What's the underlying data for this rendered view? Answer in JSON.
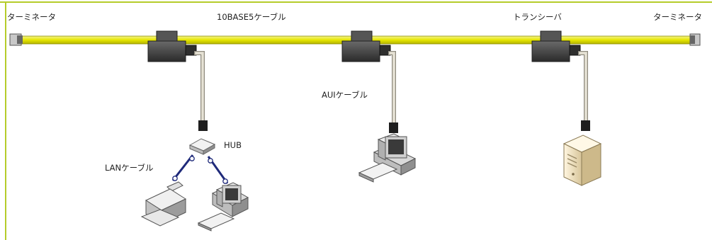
{
  "labels": {
    "terminator_left": "ターミネータ",
    "backbone_cable": "10BASE5ケーブル",
    "transceiver": "トランシーバ",
    "terminator_right": "ターミネータ",
    "aui_cable": "AUIケーブル",
    "hub": "HUB",
    "lan_cable": "LANケーブル"
  },
  "colors": {
    "frame": "#b5cc2a",
    "backbone_cable": "#e6e600",
    "aui_cable": "#d6d2c4",
    "lan_cable": "#1f2a7a",
    "transceiver": "#3b3b3b"
  },
  "icons": [
    "terminator-icon",
    "transceiver-icon",
    "connector-icon",
    "hub-icon",
    "printer-icon",
    "pc-icon",
    "server-icon"
  ]
}
